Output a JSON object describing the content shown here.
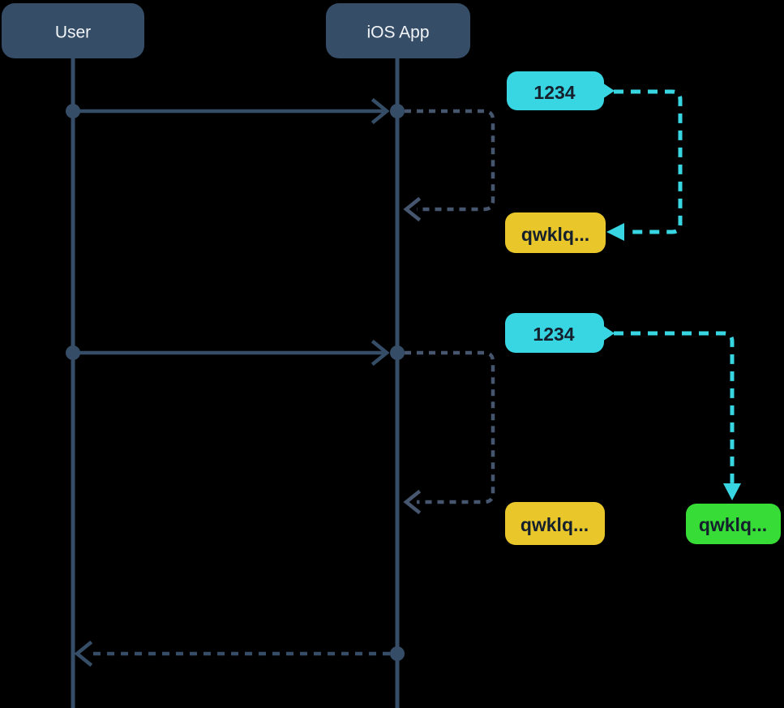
{
  "diagram": {
    "type": "sequence-diagram",
    "actors": [
      {
        "label": "User"
      },
      {
        "label": "iOS App"
      }
    ],
    "notes": [
      {
        "label": "1234",
        "role": "passcode-entered-1",
        "color": "#38d6e2"
      },
      {
        "label": "qwklq...",
        "role": "derived-value-1",
        "color": "#e9c72b"
      },
      {
        "label": "1234",
        "role": "passcode-entered-2",
        "color": "#38d6e2"
      },
      {
        "label": "qwklq...",
        "role": "derived-value-2",
        "color": "#e9c72b"
      },
      {
        "label": "qwklq...",
        "role": "derived-value-match",
        "color": "#37dc37"
      }
    ],
    "messages": [
      {
        "from": "User",
        "to": "iOS App",
        "style": "solid"
      },
      {
        "from": "iOS App",
        "to": "iOS App",
        "style": "dashed-self-loop"
      },
      {
        "from": "User",
        "to": "iOS App",
        "style": "solid"
      },
      {
        "from": "iOS App",
        "to": "iOS App",
        "style": "dashed-self-loop"
      },
      {
        "from": "iOS App",
        "to": "User",
        "style": "dashed-return"
      }
    ]
  },
  "colors": {
    "background": "#000000",
    "slate": "#364d68",
    "slateDashed": "#46566f",
    "cyan": "#38d6e2",
    "yellow": "#e9c72b",
    "green": "#37dc37",
    "actorText": "#f2f5f8",
    "noteText": "#15202d"
  }
}
